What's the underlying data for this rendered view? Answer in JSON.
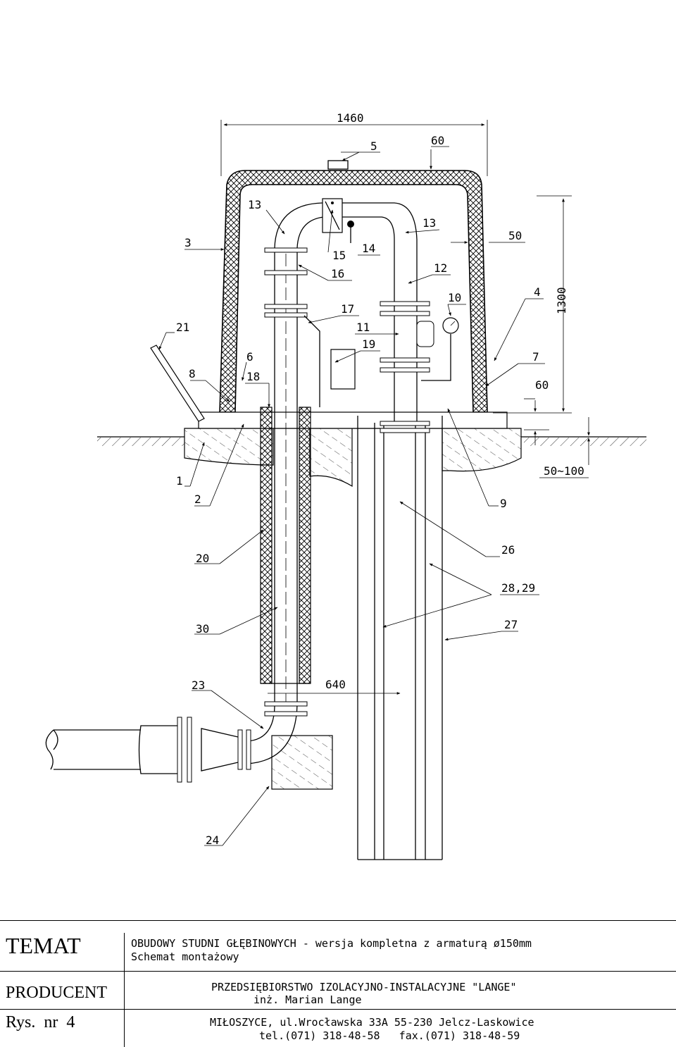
{
  "drawing": {
    "dimensions": {
      "overall_width": "1460",
      "height": "1300",
      "lid_offset": "60",
      "wall": "50",
      "ground_offset": "60",
      "embed": "50~100",
      "depth": "640"
    },
    "labels": {
      "n1": "1",
      "n2": "2",
      "n3": "3",
      "n4": "4",
      "n5": "5",
      "n6": "6",
      "n7": "7",
      "n8": "8",
      "n9": "9",
      "n10": "10",
      "n11": "11",
      "n12": "12",
      "n13a": "13",
      "n13b": "13",
      "n14": "14",
      "n15": "15",
      "n16": "16",
      "n17": "17",
      "n18": "18",
      "n19": "19",
      "n20": "20",
      "n21": "21",
      "n23": "23",
      "n24": "24",
      "n26": "26",
      "n27": "27",
      "n2829": "28,29",
      "n30": "30"
    }
  },
  "title_block": {
    "temat_label": "TEMAT",
    "temat_line1": "OBUDOWY STUDNI GŁĘBINOWYCH - wersja kompletna z armaturą ø150mm",
    "temat_line2": "Schemat montażowy",
    "producent_label": "PRODUCENT",
    "producent_line1": "PRZEDSIĘBIORSTWO IZOLACYJNO-INSTALACYJNE \"LANGE\"",
    "producent_line2": "inż. Marian Lange",
    "rys_label": "Rys.  nr  4",
    "address_line1": "MIŁOSZYCE, ul.Wrocławska 33A 55-230 Jelcz-Laskowice",
    "address_line2": "tel.(071) 318-48-58   fax.(071) 318-48-59"
  }
}
